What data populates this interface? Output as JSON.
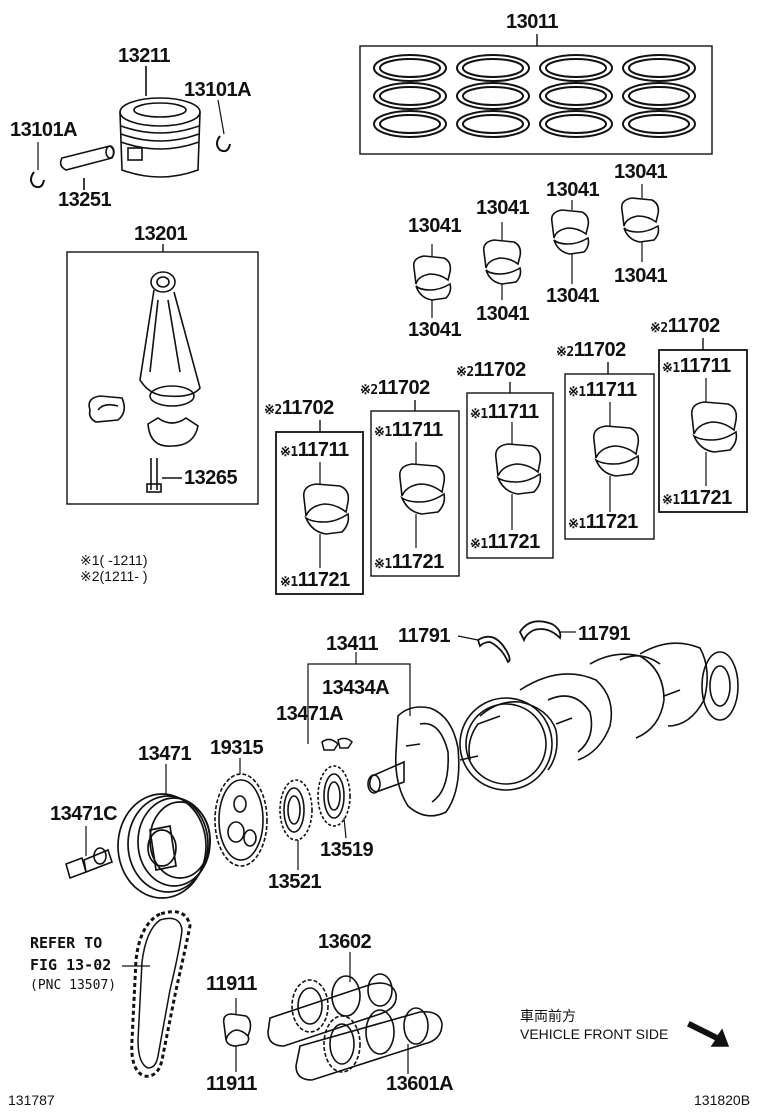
{
  "parts": {
    "p13011": "13011",
    "p13211": "13211",
    "p13101A_right": "13101A",
    "p13101A_left": "13101A",
    "p13251": "13251",
    "p13201": "13201",
    "p13265": "13265",
    "p13041_a": "13041",
    "p13041_b": "13041",
    "p13041_c": "13041",
    "p13041_d": "13041",
    "p13041_e": "13041",
    "p13041_f": "13041",
    "p13041_g": "13041",
    "p13041_h": "13041",
    "p11702_1": "11702",
    "p11702_2": "11702",
    "p11702_3": "11702",
    "p11702_4": "11702",
    "p11702_5": "11702",
    "p11711_1": "11711",
    "p11711_2": "11711",
    "p11711_3": "11711",
    "p11711_4": "11711",
    "p11711_5": "11711",
    "p11721_1": "11721",
    "p11721_2": "11721",
    "p11721_3": "11721",
    "p11721_4": "11721",
    "p11721_5": "11721",
    "p13411": "13411",
    "p11791_left": "11791",
    "p11791_right": "11791",
    "p13434A": "13434A",
    "p13471A": "13471A",
    "p13471": "13471",
    "p19315": "19315",
    "p13471C": "13471C",
    "p13521": "13521",
    "p13519": "13519",
    "p13602": "13602",
    "p11911_top": "11911",
    "p11911_bottom": "11911",
    "p13601A": "13601A"
  },
  "markers": {
    "m1": "※1",
    "m2": "※2"
  },
  "notes": {
    "line1": "※1(    -1211)",
    "line2": "※2(1211-    )"
  },
  "refer": {
    "line1": "REFER TO",
    "line2": "FIG 13-02",
    "line3": "(PNC 13507)"
  },
  "front": {
    "jp": "車両前方",
    "en": "VEHICLE FRONT SIDE"
  },
  "footer": {
    "left": "131787",
    "right": "131820B"
  }
}
